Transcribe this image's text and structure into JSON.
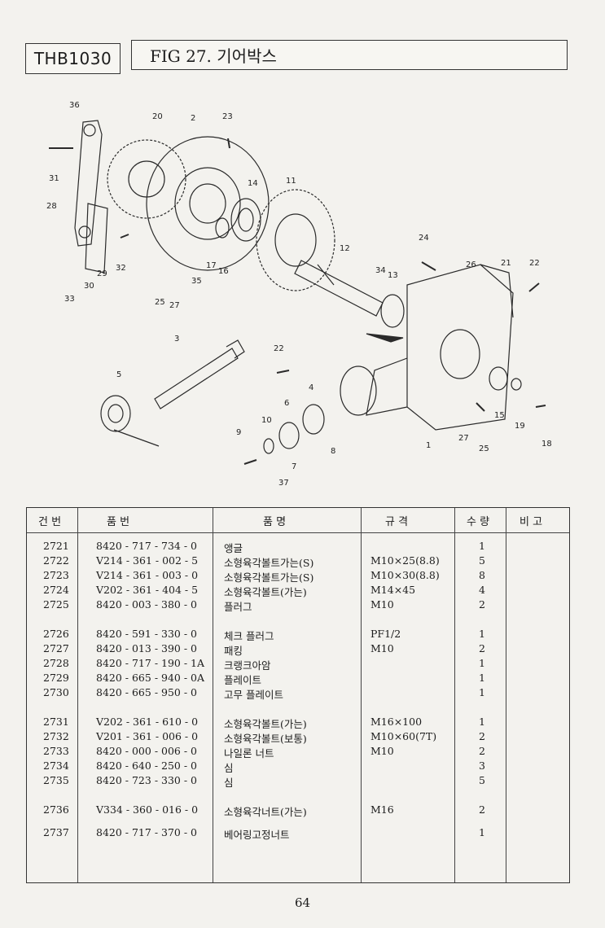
{
  "header": {
    "model": "THB1030",
    "figure_title": "FIG 27. 기어박스"
  },
  "diagram": {
    "callouts": [
      "36",
      "20",
      "2",
      "23",
      "31",
      "28",
      "14",
      "11",
      "12",
      "24",
      "26",
      "21",
      "22",
      "29",
      "32",
      "33",
      "30",
      "17",
      "16",
      "35",
      "25",
      "27",
      "34",
      "13",
      "3",
      "5",
      "22",
      "4",
      "6",
      "10",
      "9",
      "8",
      "37",
      "7",
      "1",
      "27",
      "25",
      "15",
      "19",
      "18"
    ]
  },
  "table": {
    "headers": {
      "no": "건 번",
      "part_no": "품 번",
      "name": "품 명",
      "spec": "규 격",
      "qty": "수 량",
      "remark": "비 고"
    },
    "rows": [
      {
        "no": "2721",
        "part_no": "8420 - 717 - 734 - 0",
        "name": "앵글",
        "spec": "",
        "qty": "1"
      },
      {
        "no": "2722",
        "part_no": "V214 - 361 - 002 - 5",
        "name": "소형육각볼트가는(S)",
        "spec": "M10×25(8.8)",
        "qty": "5"
      },
      {
        "no": "2723",
        "part_no": "V214 - 361 - 003 - 0",
        "name": "소형육각볼트가는(S)",
        "spec": "M10×30(8.8)",
        "qty": "8"
      },
      {
        "no": "2724",
        "part_no": "V202 - 361 - 404 - 5",
        "name": "소형육각볼트(가는)",
        "spec": "M14×45",
        "qty": "4"
      },
      {
        "no": "2725",
        "part_no": "8420 - 003 - 380 - 0",
        "name": "플러그",
        "spec": "M10",
        "qty": "2"
      },
      {
        "no": "2726",
        "part_no": "8420 - 591 - 330 - 0",
        "name": "체크 플러그",
        "spec": "PF1/2",
        "qty": "1"
      },
      {
        "no": "2727",
        "part_no": "8420 - 013 - 390 - 0",
        "name": "패킹",
        "spec": "M10",
        "qty": "2"
      },
      {
        "no": "2728",
        "part_no": "8420 - 717 - 190 - 1A",
        "name": "크랭크아암",
        "spec": "",
        "qty": "1"
      },
      {
        "no": "2729",
        "part_no": "8420 - 665 - 940 - 0A",
        "name": "플레이트",
        "spec": "",
        "qty": "1"
      },
      {
        "no": "2730",
        "part_no": "8420 - 665 - 950 - 0",
        "name": "고무 플레이트",
        "spec": "",
        "qty": "1"
      },
      {
        "no": "2731",
        "part_no": "V202 - 361 - 610 - 0",
        "name": "소형육각볼트(가는)",
        "spec": "M16×100",
        "qty": "1"
      },
      {
        "no": "2732",
        "part_no": "V201 - 361 - 006 - 0",
        "name": "소형육각볼트(보통)",
        "spec": "M10×60(7T)",
        "qty": "2"
      },
      {
        "no": "2733",
        "part_no": "8420 - 000 - 006 - 0",
        "name": "나일론 너트",
        "spec": "M10",
        "qty": "2"
      },
      {
        "no": "2734",
        "part_no": "8420 - 640 - 250 - 0",
        "name": "심",
        "spec": "",
        "qty": "3"
      },
      {
        "no": "2735",
        "part_no": "8420 - 723 - 330 - 0",
        "name": "심",
        "spec": "",
        "qty": "5"
      },
      {
        "no": "2736",
        "part_no": "V334 - 360 - 016 - 0",
        "name": "소형육각너트(가는)",
        "spec": "M16",
        "qty": "2"
      },
      {
        "no": "2737",
        "part_no": "8420 - 717 - 370 - 0",
        "name": "베어링고정너트",
        "spec": "",
        "qty": "1"
      }
    ]
  },
  "page_number": "64"
}
